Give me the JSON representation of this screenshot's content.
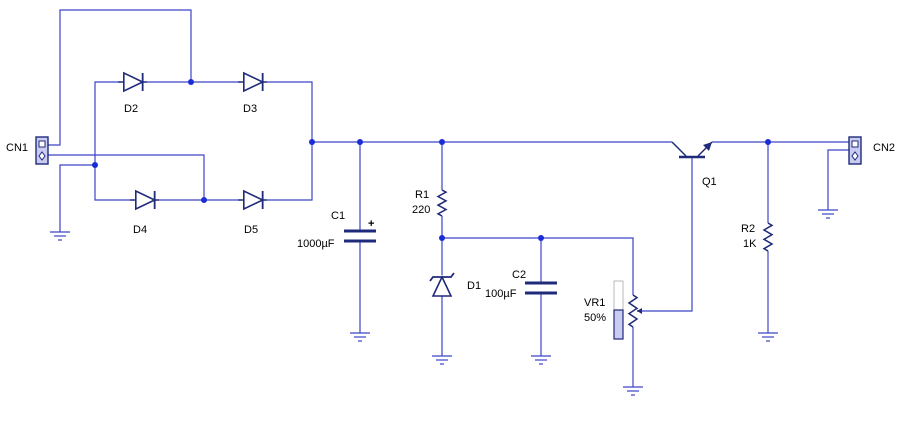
{
  "colors": {
    "wire": "#3d44c8",
    "component": "#1f2a7a",
    "node": "#1a2cd6",
    "connector_fill": "#c9ccf0",
    "label": "#000000",
    "background": "#ffffff"
  },
  "labels": {
    "cn1": "CN1",
    "cn2": "CN2",
    "d1": "D1",
    "d2": "D2",
    "d3": "D3",
    "d4": "D4",
    "d5": "D5",
    "c1": "C1",
    "c1_value": "1000µF",
    "c1_polarity": "+",
    "c2": "C2",
    "c2_value": "100µF",
    "r1": "R1",
    "r1_value": "220",
    "r2": "R2",
    "r2_value": "1K",
    "q1": "Q1",
    "vr1": "VR1",
    "vr1_value": "50%"
  },
  "potentiometer": {
    "setting": 0.5
  },
  "icons": {
    "connector": "two-pin-connector-icon",
    "ground": "ground-icon",
    "diode": "diode-icon",
    "zener": "zener-diode-icon",
    "capacitor": "capacitor-icon",
    "resistor": "resistor-icon",
    "transistor": "npn-transistor-icon",
    "potentiometer": "potentiometer-icon"
  }
}
